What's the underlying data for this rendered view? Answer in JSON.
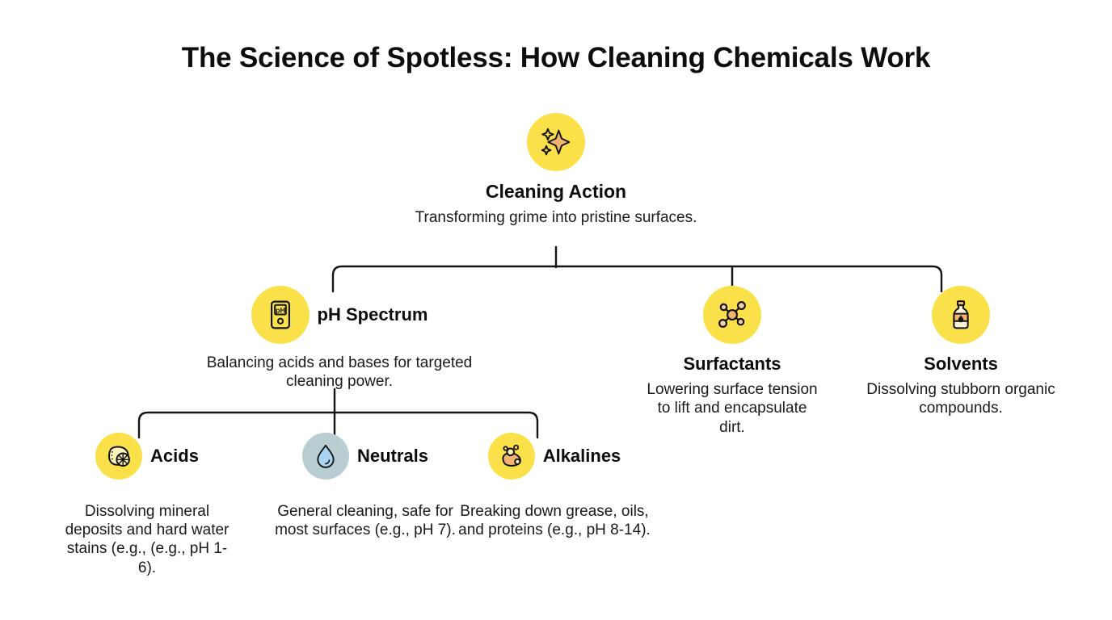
{
  "page": {
    "title": "The Science of Spotless: How Cleaning Chemicals Work",
    "background_color": "#ffffff",
    "accent_yellow": "#fae149",
    "accent_orange": "#f3b472",
    "neutral_circle_color": "#b8ced2",
    "droplet_blue": "#a9d5f2",
    "line_color": "#141414",
    "text_color": "#111111"
  },
  "diagram": {
    "type": "hierarchy-tree",
    "root": {
      "id": "cleaning-action",
      "label": "Cleaning Action",
      "description": "Transforming grime into pristine surfaces.",
      "icon": "sparkles-icon",
      "badge_color": "#fae149"
    },
    "level2": [
      {
        "id": "ph-spectrum",
        "label": "pH Spectrum",
        "description": "Balancing acids and bases for targeted cleaning power.",
        "icon": "ph-meter-icon",
        "badge_color": "#fae149"
      },
      {
        "id": "surfactants",
        "label": "Surfactants",
        "description": "Lowering surface tension to lift and encapsulate dirt.",
        "icon": "molecule-icon",
        "badge_color": "#fae149"
      },
      {
        "id": "solvents",
        "label": "Solvents",
        "description": "Dissolving stubborn organic compounds.",
        "icon": "bottle-icon",
        "badge_color": "#fae149"
      }
    ],
    "level3": [
      {
        "id": "acids",
        "label": "Acids",
        "description": "Dissolving mineral deposits and hard water stains (e.g., (e.g., pH 1-6).",
        "icon": "lemon-icon",
        "badge_color": "#fae149",
        "parent": "ph-spectrum"
      },
      {
        "id": "neutrals",
        "label": "Neutrals",
        "description": "General cleaning, safe for most surfaces (e.g., pH 7).",
        "icon": "water-droplet-icon",
        "badge_color": "#b8ced2",
        "parent": "ph-spectrum"
      },
      {
        "id": "alkalines",
        "label": "Alkalines",
        "description": "Breaking down grease, oils, and proteins (e.g., pH 8-14).",
        "icon": "soap-bubbles-icon",
        "badge_color": "#fae149",
        "parent": "ph-spectrum"
      }
    ]
  }
}
